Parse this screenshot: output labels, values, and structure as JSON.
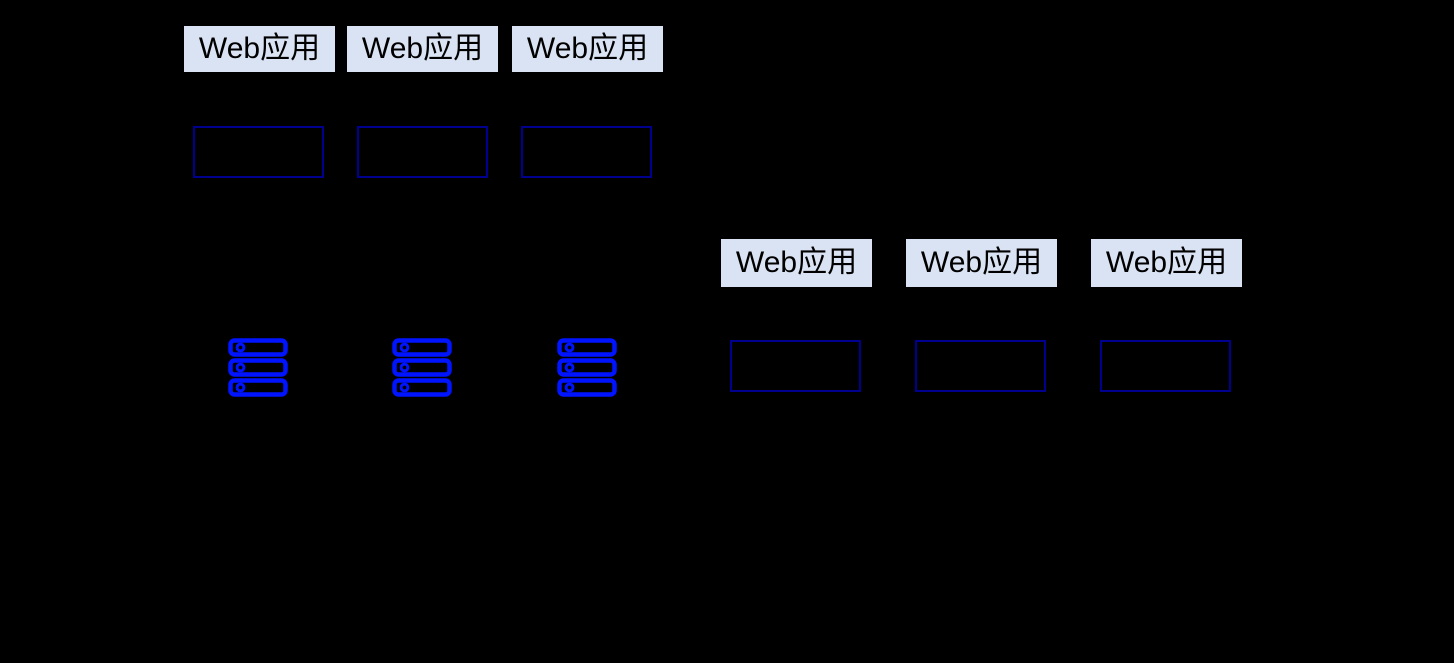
{
  "diagram": {
    "description": "web-application-cluster-diagram",
    "groups": [
      {
        "name": "left-cluster",
        "labels": [
          "Web应用",
          "Web应用",
          "Web应用"
        ],
        "boxes": [
          "",
          "",
          ""
        ],
        "server_icons": [
          "server-stack-icon",
          "server-stack-icon",
          "server-stack-icon"
        ]
      },
      {
        "name": "right-cluster",
        "labels": [
          "Web应用",
          "Web应用",
          "Web应用"
        ],
        "boxes": [
          "",
          "",
          ""
        ]
      }
    ]
  },
  "colors": {
    "canvas_bg": "#000000",
    "label_bg": "#dae3f3",
    "label_text": "#000000",
    "box_border": "#00008f",
    "server_icon": "#0014ff"
  }
}
